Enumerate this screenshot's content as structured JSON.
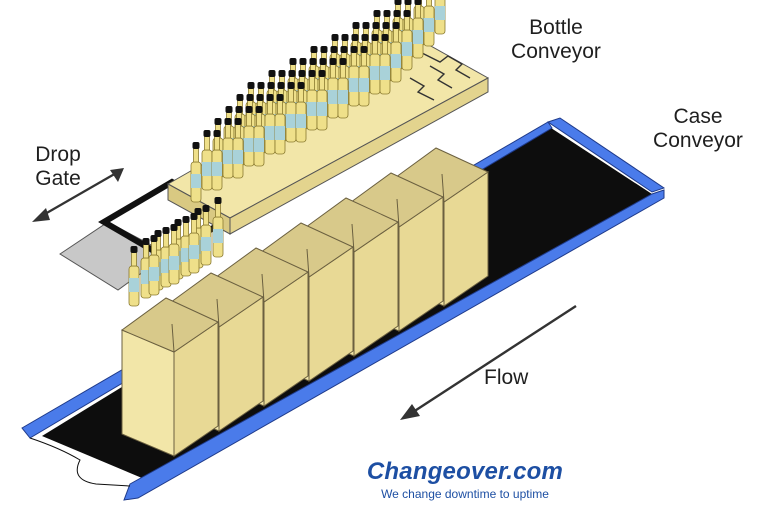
{
  "labels": {
    "bottle_conveyor": [
      "Bottle",
      "Conveyor"
    ],
    "case_conveyor": [
      "Case",
      "Conveyor"
    ],
    "drop_gate": [
      "Drop",
      "Gate"
    ],
    "flow": "Flow"
  },
  "logo": {
    "name": "Changeover.com",
    "tagline": "We change downtime to uptime"
  },
  "colors": {
    "belt_edge": "#4a7bea",
    "belt": "#0d0d0d",
    "case": "#f2e6a8",
    "bottle_body": "#efe08a",
    "bottle_label": "#a9d2d9",
    "bottle_cap": "#111111",
    "gate": "#c8c8c8",
    "logo": "#1d4fa3"
  },
  "counts": {
    "bottle_rows": 6,
    "bottle_columns": 10,
    "cases": 7
  }
}
